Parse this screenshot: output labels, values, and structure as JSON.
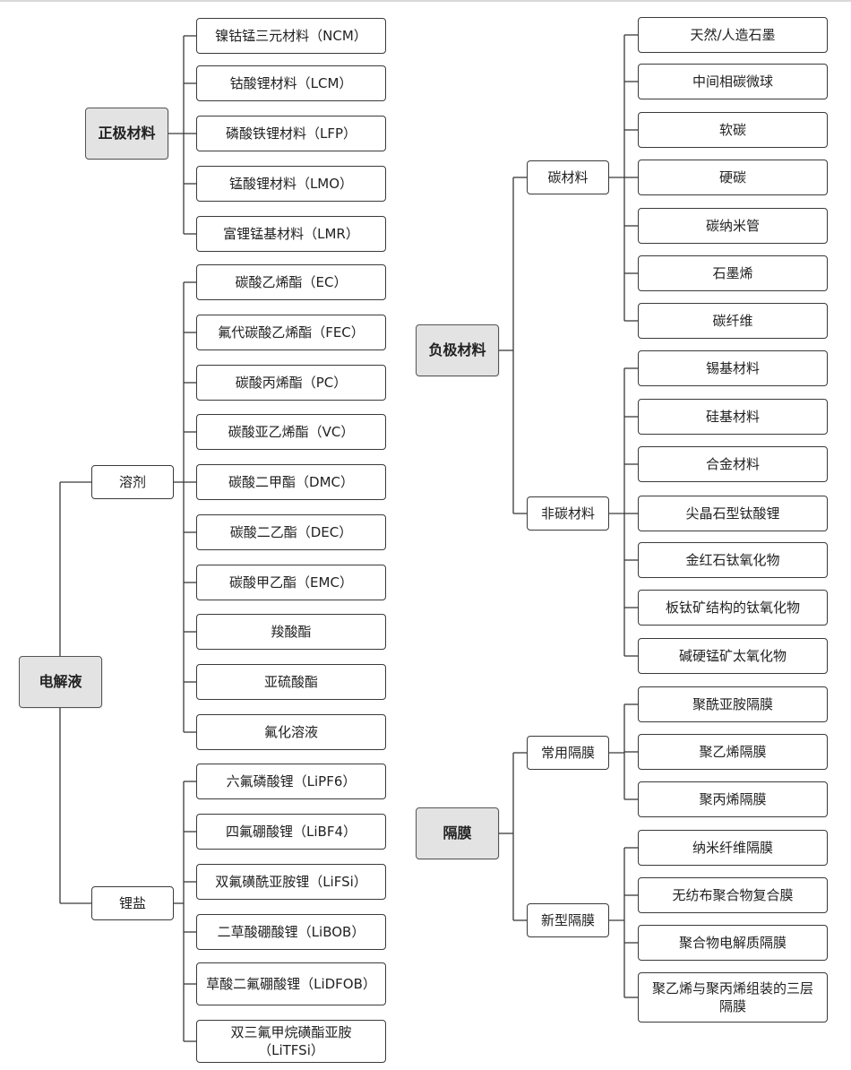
{
  "colors": {
    "line": "#3a3a3a",
    "root_fill": "#e3e3e3",
    "node_fill": "#ffffff"
  },
  "trees": [
    {
      "label": "正极材料",
      "groups": [
        {
          "label": "",
          "leaves": [
            "镍钴锰三元材料（NCM）",
            "钴酸锂材料（LCM）",
            "磷酸铁锂材料（LFP）",
            "锰酸锂材料（LMO）",
            "富锂锰基材料（LMR）"
          ]
        }
      ]
    },
    {
      "label": "电解液",
      "groups": [
        {
          "label": "溶剂",
          "leaves": [
            "碳酸乙烯酯（EC）",
            "氟代碳酸乙烯酯（FEC）",
            "碳酸丙烯酯（PC）",
            "碳酸亚乙烯酯（VC）",
            "碳酸二甲酯（DMC）",
            "碳酸二乙酯（DEC）",
            "碳酸甲乙酯（EMC）",
            "羧酸酯",
            "亚硫酸酯",
            "氟化溶液"
          ]
        },
        {
          "label": "锂盐",
          "leaves": [
            "六氟磷酸锂（LiPF6）",
            "四氟硼酸锂（LiBF4）",
            "双氟磺酰亚胺锂（LiFSi）",
            "二草酸硼酸锂（LiBOB）",
            "草酸二氟硼酸锂（LiDFOB）",
            "双三氟甲烷磺酯亚胺（LiTFSi）"
          ]
        }
      ]
    },
    {
      "label": "负极材料",
      "groups": [
        {
          "label": "碳材料",
          "leaves": [
            "天然/人造石墨",
            "中间相碳微球",
            "软碳",
            "硬碳",
            "碳纳米管",
            "石墨烯",
            "碳纤维"
          ]
        },
        {
          "label": "非碳材料",
          "leaves": [
            "锡基材料",
            "硅基材料",
            "合金材料",
            "尖晶石型钛酸锂",
            "金红石钛氧化物",
            "板钛矿结构的钛氧化物",
            "碱硬锰矿太氧化物"
          ]
        }
      ]
    },
    {
      "label": "隔膜",
      "groups": [
        {
          "label": "常用隔膜",
          "leaves": [
            "聚酰亚胺隔膜",
            "聚乙烯隔膜",
            "聚丙烯隔膜"
          ]
        },
        {
          "label": "新型隔膜",
          "leaves": [
            "纳米纤维隔膜",
            "无纺布聚合物复合膜",
            "聚合物电解质隔膜",
            "聚乙烯与聚丙烯组装的三层隔膜"
          ]
        }
      ]
    }
  ]
}
